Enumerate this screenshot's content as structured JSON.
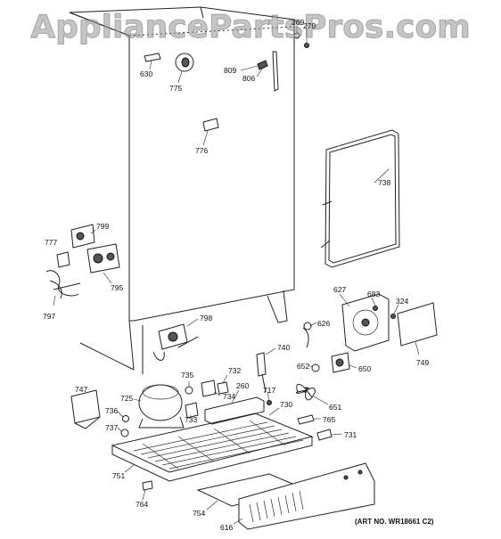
{
  "watermark": "AppliancePartsPros.com",
  "art_number": "(ART NO. WR18661 C2)",
  "callouts": [
    {
      "id": "269",
      "text": "269"
    },
    {
      "id": "270",
      "text": "270"
    },
    {
      "id": "630",
      "text": "630"
    },
    {
      "id": "775",
      "text": "775"
    },
    {
      "id": "809",
      "text": "809"
    },
    {
      "id": "806",
      "text": "806"
    },
    {
      "id": "776",
      "text": "776"
    },
    {
      "id": "738",
      "text": "738"
    },
    {
      "id": "799",
      "text": "799"
    },
    {
      "id": "777",
      "text": "777"
    },
    {
      "id": "795",
      "text": "795"
    },
    {
      "id": "797",
      "text": "797"
    },
    {
      "id": "798",
      "text": "798"
    },
    {
      "id": "627",
      "text": "627"
    },
    {
      "id": "683",
      "text": "683"
    },
    {
      "id": "324",
      "text": "324"
    },
    {
      "id": "626",
      "text": "626"
    },
    {
      "id": "740",
      "text": "740"
    },
    {
      "id": "749",
      "text": "749"
    },
    {
      "id": "652",
      "text": "652"
    },
    {
      "id": "650",
      "text": "650"
    },
    {
      "id": "735",
      "text": "735"
    },
    {
      "id": "732",
      "text": "732"
    },
    {
      "id": "734",
      "text": "734"
    },
    {
      "id": "260",
      "text": "260"
    },
    {
      "id": "717",
      "text": "717"
    },
    {
      "id": "747",
      "text": "747"
    },
    {
      "id": "725",
      "text": "725"
    },
    {
      "id": "730",
      "text": "730"
    },
    {
      "id": "651",
      "text": "651"
    },
    {
      "id": "736",
      "text": "736"
    },
    {
      "id": "733",
      "text": "733"
    },
    {
      "id": "765",
      "text": "765"
    },
    {
      "id": "737",
      "text": "737"
    },
    {
      "id": "731",
      "text": "731"
    },
    {
      "id": "751",
      "text": "751"
    },
    {
      "id": "764",
      "text": "764"
    },
    {
      "id": "754",
      "text": "754"
    },
    {
      "id": "616",
      "text": "616"
    }
  ]
}
